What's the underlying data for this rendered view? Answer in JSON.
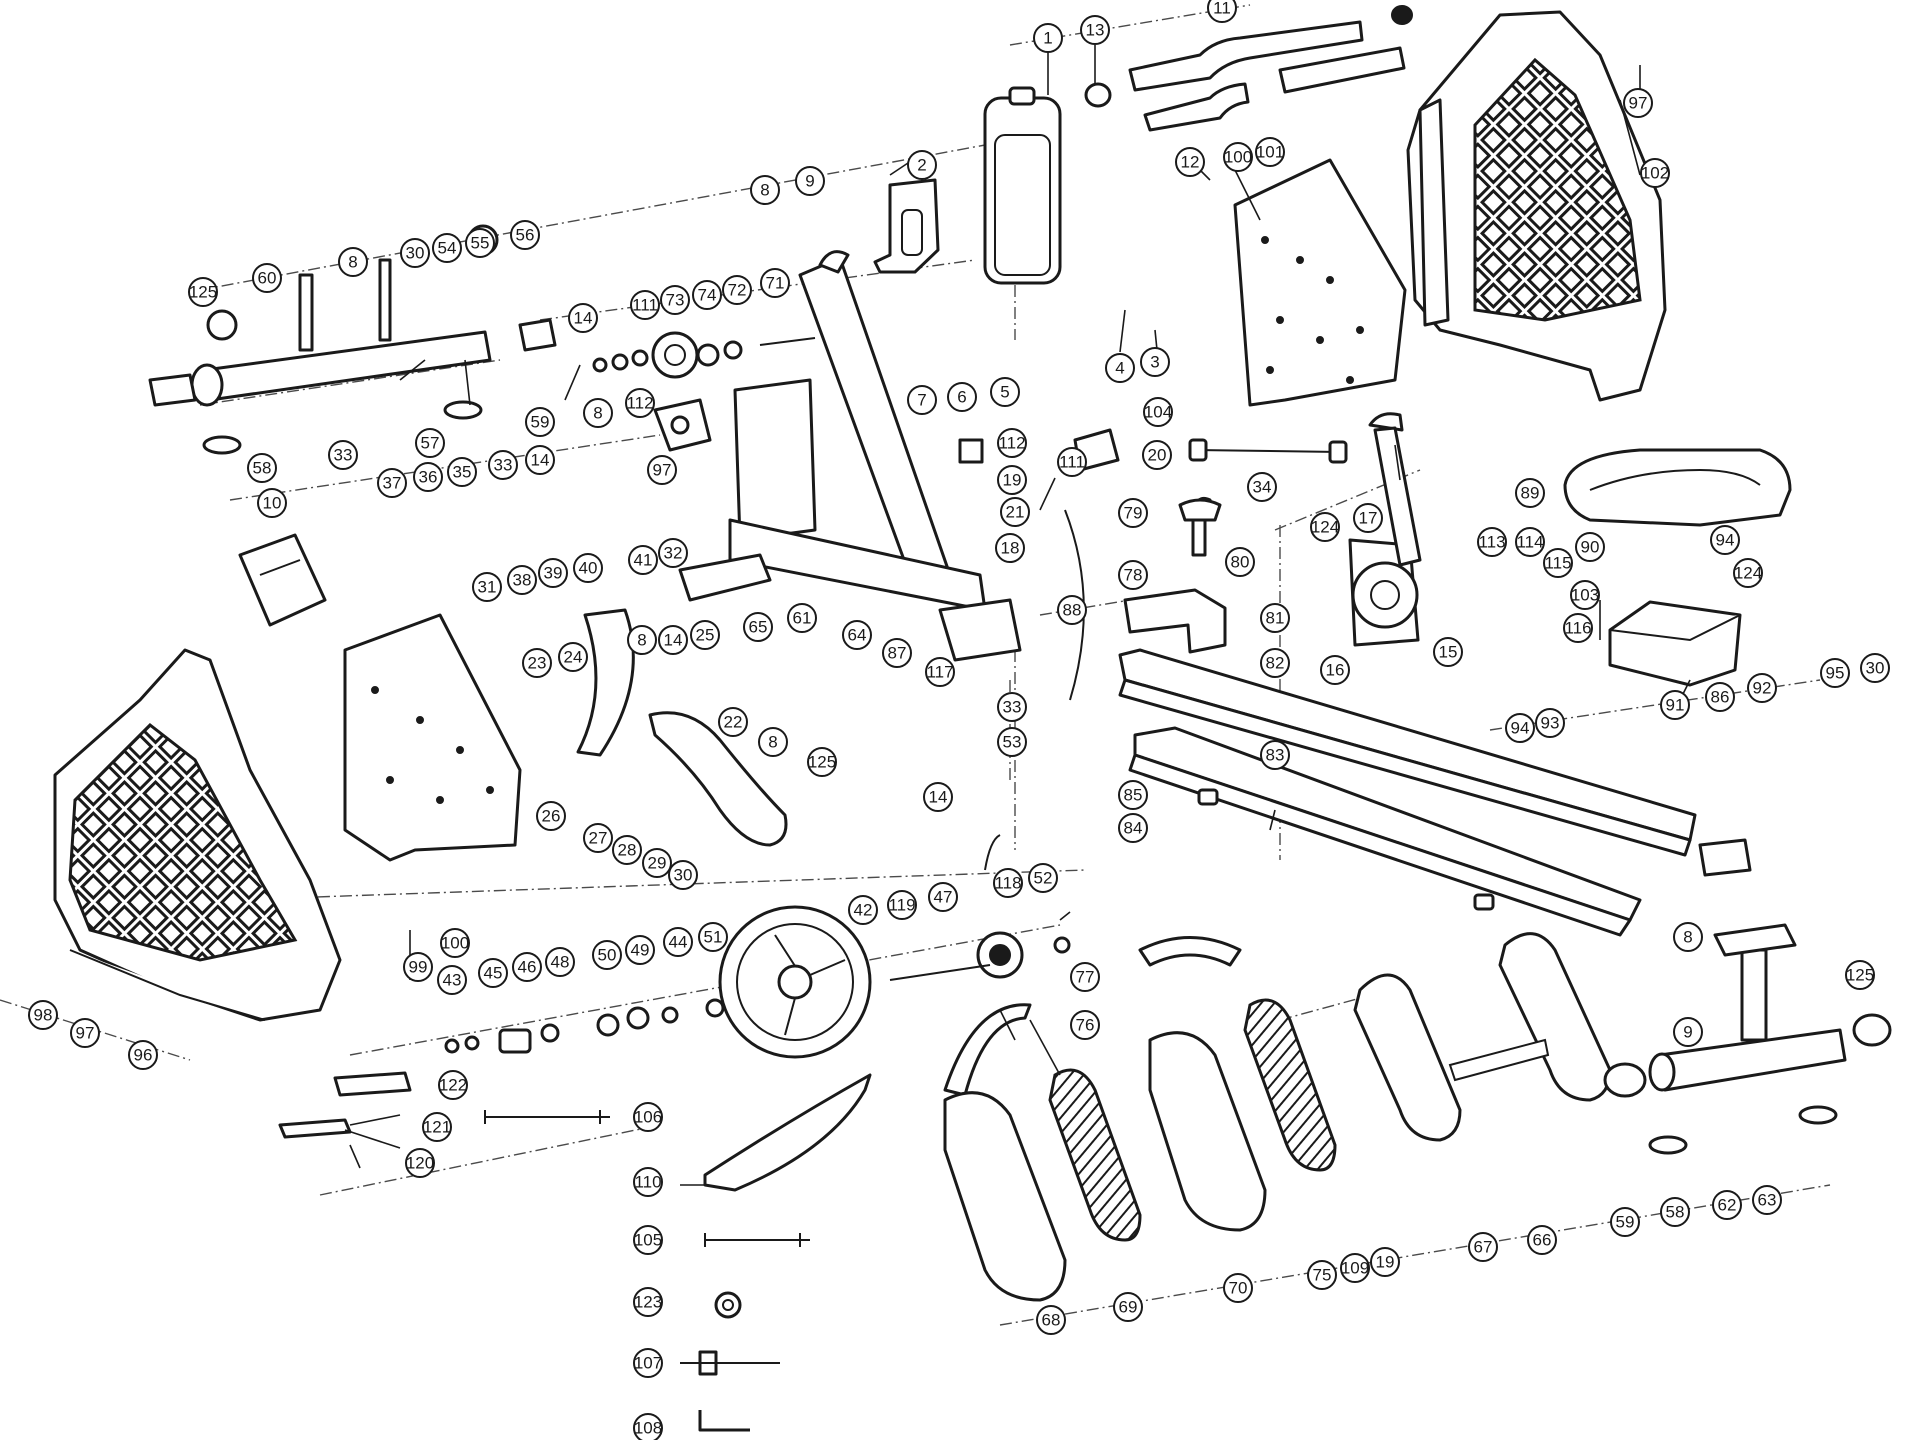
{
  "colors": {
    "ink": "#1a1a1a",
    "paper": "#ffffff"
  },
  "callouts": [
    {
      "id": "c1",
      "label": "1"
    },
    {
      "id": "c2",
      "label": "2"
    },
    {
      "id": "c3",
      "label": "3"
    },
    {
      "id": "c4",
      "label": "4"
    },
    {
      "id": "c5",
      "label": "5"
    },
    {
      "id": "c6",
      "label": "6"
    },
    {
      "id": "c7",
      "label": "7"
    },
    {
      "id": "c8a",
      "label": "8"
    },
    {
      "id": "c8b",
      "label": "8"
    },
    {
      "id": "c8c",
      "label": "8"
    },
    {
      "id": "c8d",
      "label": "8"
    },
    {
      "id": "c8e",
      "label": "8"
    },
    {
      "id": "c8f",
      "label": "8"
    },
    {
      "id": "c9a",
      "label": "9"
    },
    {
      "id": "c9b",
      "label": "9"
    },
    {
      "id": "c10",
      "label": "10"
    },
    {
      "id": "c11",
      "label": "11"
    },
    {
      "id": "c12",
      "label": "12"
    },
    {
      "id": "c13",
      "label": "13"
    },
    {
      "id": "c14a",
      "label": "14"
    },
    {
      "id": "c14b",
      "label": "14"
    },
    {
      "id": "c14c",
      "label": "14"
    },
    {
      "id": "c14d",
      "label": "14"
    },
    {
      "id": "c15",
      "label": "15"
    },
    {
      "id": "c16",
      "label": "16"
    },
    {
      "id": "c17",
      "label": "17"
    },
    {
      "id": "c18",
      "label": "18"
    },
    {
      "id": "c19a",
      "label": "19"
    },
    {
      "id": "c19b",
      "label": "19"
    },
    {
      "id": "c20",
      "label": "20"
    },
    {
      "id": "c21",
      "label": "21"
    },
    {
      "id": "c22",
      "label": "22"
    },
    {
      "id": "c23",
      "label": "23"
    },
    {
      "id": "c24",
      "label": "24"
    },
    {
      "id": "c25",
      "label": "25"
    },
    {
      "id": "c26",
      "label": "26"
    },
    {
      "id": "c27",
      "label": "27"
    },
    {
      "id": "c28",
      "label": "28"
    },
    {
      "id": "c29",
      "label": "29"
    },
    {
      "id": "c30a",
      "label": "30"
    },
    {
      "id": "c30b",
      "label": "30"
    },
    {
      "id": "c30c",
      "label": "30"
    },
    {
      "id": "c31",
      "label": "31"
    },
    {
      "id": "c32",
      "label": "32"
    },
    {
      "id": "c33a",
      "label": "33"
    },
    {
      "id": "c33b",
      "label": "33"
    },
    {
      "id": "c33c",
      "label": "33"
    },
    {
      "id": "c34",
      "label": "34"
    },
    {
      "id": "c35",
      "label": "35"
    },
    {
      "id": "c36",
      "label": "36"
    },
    {
      "id": "c37",
      "label": "37"
    },
    {
      "id": "c38",
      "label": "38"
    },
    {
      "id": "c39",
      "label": "39"
    },
    {
      "id": "c40",
      "label": "40"
    },
    {
      "id": "c41",
      "label": "41"
    },
    {
      "id": "c42",
      "label": "42"
    },
    {
      "id": "c43",
      "label": "43"
    },
    {
      "id": "c44",
      "label": "44"
    },
    {
      "id": "c45",
      "label": "45"
    },
    {
      "id": "c46",
      "label": "46"
    },
    {
      "id": "c47",
      "label": "47"
    },
    {
      "id": "c48",
      "label": "48"
    },
    {
      "id": "c49",
      "label": "49"
    },
    {
      "id": "c50",
      "label": "50"
    },
    {
      "id": "c51",
      "label": "51"
    },
    {
      "id": "c52",
      "label": "52"
    },
    {
      "id": "c53",
      "label": "53"
    },
    {
      "id": "c54",
      "label": "54"
    },
    {
      "id": "c55",
      "label": "55"
    },
    {
      "id": "c56",
      "label": "56"
    },
    {
      "id": "c57",
      "label": "57"
    },
    {
      "id": "c58a",
      "label": "58"
    },
    {
      "id": "c58b",
      "label": "58"
    },
    {
      "id": "c59a",
      "label": "59"
    },
    {
      "id": "c59b",
      "label": "59"
    },
    {
      "id": "c60",
      "label": "60"
    },
    {
      "id": "c61",
      "label": "61"
    },
    {
      "id": "c62",
      "label": "62"
    },
    {
      "id": "c63",
      "label": "63"
    },
    {
      "id": "c64",
      "label": "64"
    },
    {
      "id": "c65",
      "label": "65"
    },
    {
      "id": "c66",
      "label": "66"
    },
    {
      "id": "c67",
      "label": "67"
    },
    {
      "id": "c68",
      "label": "68"
    },
    {
      "id": "c69",
      "label": "69"
    },
    {
      "id": "c70",
      "label": "70"
    },
    {
      "id": "c71",
      "label": "71"
    },
    {
      "id": "c72",
      "label": "72"
    },
    {
      "id": "c73",
      "label": "73"
    },
    {
      "id": "c74",
      "label": "74"
    },
    {
      "id": "c75",
      "label": "75"
    },
    {
      "id": "c76",
      "label": "76"
    },
    {
      "id": "c77",
      "label": "77"
    },
    {
      "id": "c78",
      "label": "78"
    },
    {
      "id": "c79",
      "label": "79"
    },
    {
      "id": "c80",
      "label": "80"
    },
    {
      "id": "c81",
      "label": "81"
    },
    {
      "id": "c82",
      "label": "82"
    },
    {
      "id": "c83",
      "label": "83"
    },
    {
      "id": "c84",
      "label": "84"
    },
    {
      "id": "c85",
      "label": "85"
    },
    {
      "id": "c86",
      "label": "86"
    },
    {
      "id": "c87",
      "label": "87"
    },
    {
      "id": "c88",
      "label": "88"
    },
    {
      "id": "c89",
      "label": "89"
    },
    {
      "id": "c90",
      "label": "90"
    },
    {
      "id": "c91",
      "label": "91"
    },
    {
      "id": "c92",
      "label": "92"
    },
    {
      "id": "c93",
      "label": "93"
    },
    {
      "id": "c94a",
      "label": "94"
    },
    {
      "id": "c94b",
      "label": "94"
    },
    {
      "id": "c95",
      "label": "95"
    },
    {
      "id": "c96",
      "label": "96"
    },
    {
      "id": "c97a",
      "label": "97"
    },
    {
      "id": "c97b",
      "label": "97"
    },
    {
      "id": "c97c",
      "label": "97"
    },
    {
      "id": "c98",
      "label": "98"
    },
    {
      "id": "c99",
      "label": "99"
    },
    {
      "id": "c100a",
      "label": "100"
    },
    {
      "id": "c100b",
      "label": "100"
    },
    {
      "id": "c101",
      "label": "101"
    },
    {
      "id": "c102",
      "label": "102"
    },
    {
      "id": "c103",
      "label": "103"
    },
    {
      "id": "c104",
      "label": "104"
    },
    {
      "id": "c105",
      "label": "105"
    },
    {
      "id": "c106",
      "label": "106"
    },
    {
      "id": "c107",
      "label": "107"
    },
    {
      "id": "c108",
      "label": "108"
    },
    {
      "id": "c109",
      "label": "109"
    },
    {
      "id": "c110",
      "label": "110"
    },
    {
      "id": "c111a",
      "label": "111"
    },
    {
      "id": "c111b",
      "label": "111"
    },
    {
      "id": "c112a",
      "label": "112"
    },
    {
      "id": "c112b",
      "label": "112"
    },
    {
      "id": "c113",
      "label": "113"
    },
    {
      "id": "c114",
      "label": "114"
    },
    {
      "id": "c115",
      "label": "115"
    },
    {
      "id": "c116",
      "label": "116"
    },
    {
      "id": "c117",
      "label": "117"
    },
    {
      "id": "c118",
      "label": "118"
    },
    {
      "id": "c119",
      "label": "119"
    },
    {
      "id": "c120",
      "label": "120"
    },
    {
      "id": "c121",
      "label": "121"
    },
    {
      "id": "c122",
      "label": "122"
    },
    {
      "id": "c123",
      "label": "123"
    },
    {
      "id": "c124a",
      "label": "124"
    },
    {
      "id": "c124b",
      "label": "124"
    },
    {
      "id": "c125a",
      "label": "125"
    },
    {
      "id": "c125b",
      "label": "125"
    },
    {
      "id": "c125c",
      "label": "125"
    }
  ]
}
